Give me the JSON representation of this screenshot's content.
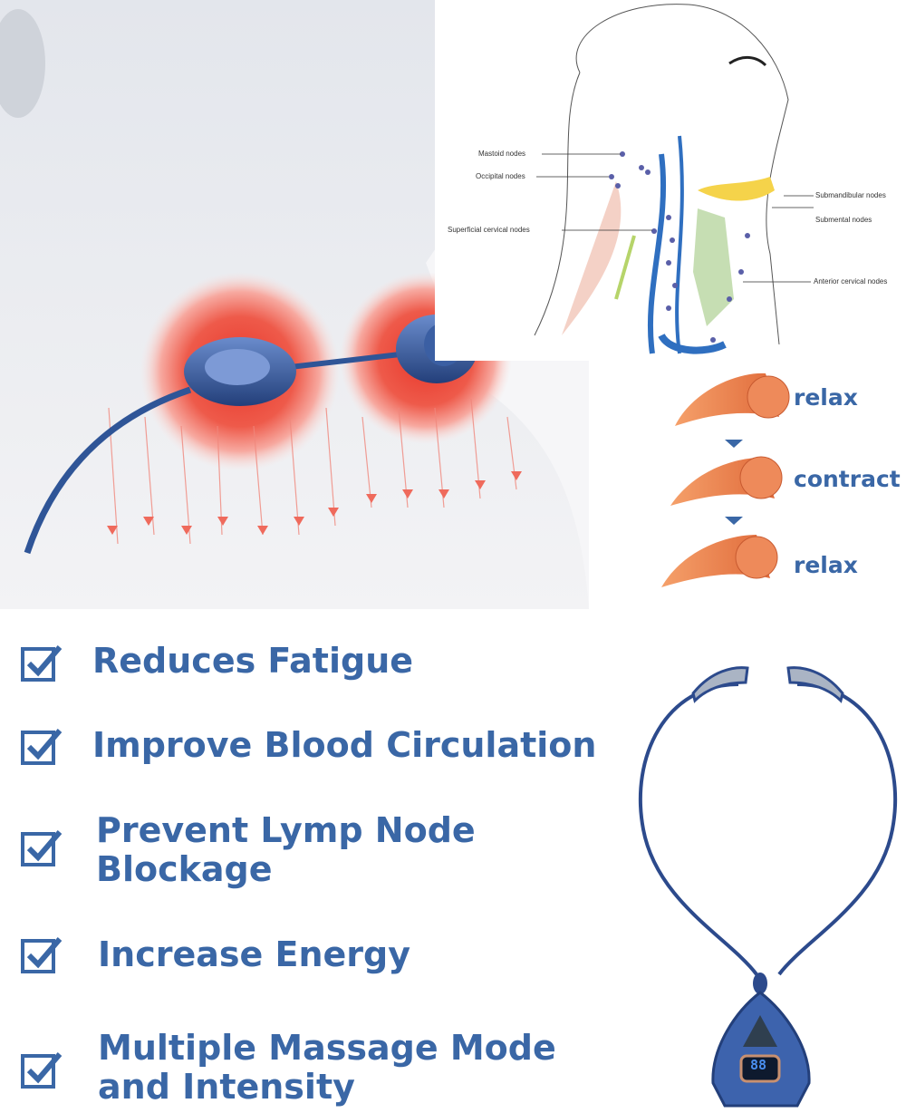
{
  "diagram": {
    "labels": {
      "mastoid": "Mastoid nodes",
      "occipital": "Occipital nodes",
      "superficial": "Superficial cervical nodes",
      "submandibular": "Submandibular nodes",
      "submental": "Submental nodes",
      "anterior": "Anterior cervical nodes"
    }
  },
  "muscle_cycle": [
    "relax",
    "contract",
    "relax"
  ],
  "features": [
    {
      "text": "Reduces Fatigue"
    },
    {
      "text": "Improve Blood Circulation"
    },
    {
      "line1": "Prevent Lymp Node",
      "line2": "Blockage"
    },
    {
      "text": "Increase Energy"
    },
    {
      "line1": "Multiple Massage Mode",
      "line2": "and Intensity"
    }
  ],
  "device": {
    "display": "88"
  },
  "colors": {
    "accent": "#3a67a6",
    "heat": "#e8362a",
    "device": "#2f4f8f"
  }
}
